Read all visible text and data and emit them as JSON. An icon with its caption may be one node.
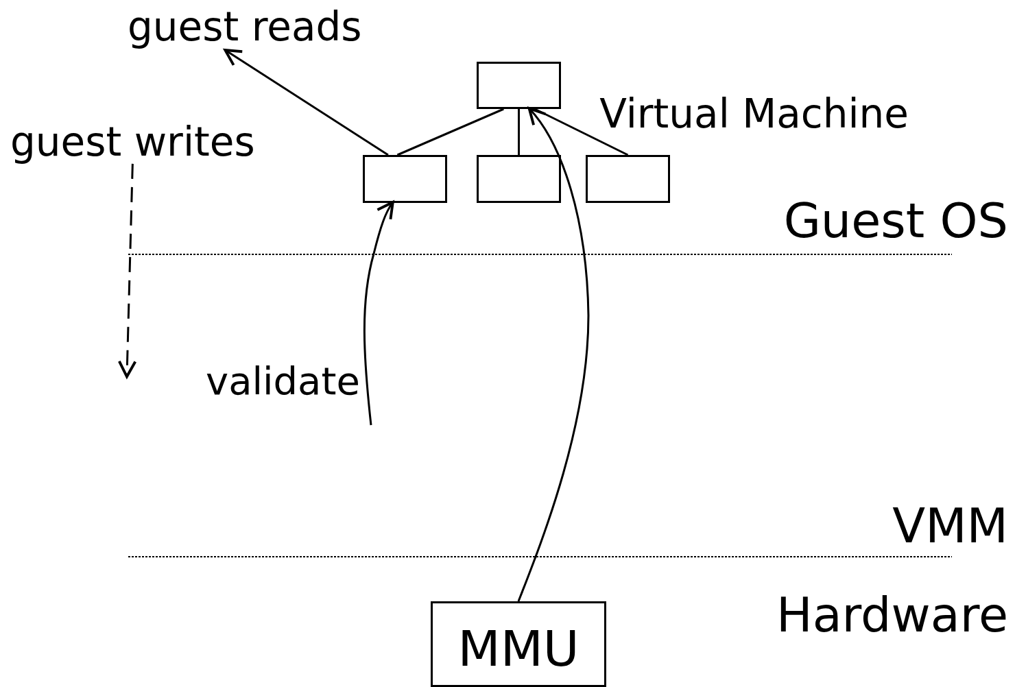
{
  "diagram": {
    "nodes": [
      {
        "text": [
          "guest reads"
        ]
      },
      {
        "text": [
          "guest writes"
        ]
      },
      {
        "text": [],
        "shape": "box"
      },
      {
        "text": [],
        "shape": "box"
      },
      {
        "text": [],
        "shape": "box"
      },
      {
        "text": [],
        "shape": "box"
      },
      {
        "text": [
          "MMU"
        ]
      }
    ],
    "edges": [
      {
        "from": 2,
        "to": 3,
        "arrow": "none"
      },
      {
        "from": 2,
        "to": 4,
        "arrow": "none"
      },
      {
        "from": 2,
        "to": 5,
        "arrow": "none"
      },
      {
        "from": 3,
        "to": 0,
        "arrow": "to"
      },
      {
        "from": 1,
        "to": null,
        "arrow": "to",
        "style": "dashed"
      },
      {
        "from": null,
        "to": 3,
        "arrow": "to",
        "label": "validate"
      },
      {
        "from": 6,
        "to": 2,
        "arrow": "to"
      }
    ],
    "labels": [
      "Virtual Machine",
      "Guest OS",
      "VMM",
      "Hardware"
    ]
  }
}
